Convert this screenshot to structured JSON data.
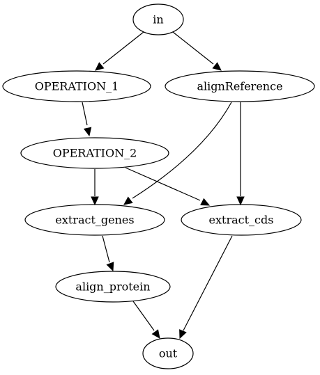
{
  "diagram": {
    "nodes": [
      {
        "id": "in",
        "label": "in"
      },
      {
        "id": "op1",
        "label": "OPERATION_1"
      },
      {
        "id": "alignref",
        "label": "alignReference"
      },
      {
        "id": "op2",
        "label": "OPERATION_2"
      },
      {
        "id": "genes",
        "label": "extract_genes"
      },
      {
        "id": "cds",
        "label": "extract_cds"
      },
      {
        "id": "protein",
        "label": "align_protein"
      },
      {
        "id": "out",
        "label": "out"
      }
    ],
    "edges": [
      {
        "from": "in",
        "to": "op1"
      },
      {
        "from": "in",
        "to": "alignref"
      },
      {
        "from": "op1",
        "to": "op2"
      },
      {
        "from": "alignref",
        "to": "genes"
      },
      {
        "from": "alignref",
        "to": "cds"
      },
      {
        "from": "op2",
        "to": "genes"
      },
      {
        "from": "op2",
        "to": "cds"
      },
      {
        "from": "genes",
        "to": "protein"
      },
      {
        "from": "protein",
        "to": "out"
      },
      {
        "from": "cds",
        "to": "out"
      }
    ]
  }
}
